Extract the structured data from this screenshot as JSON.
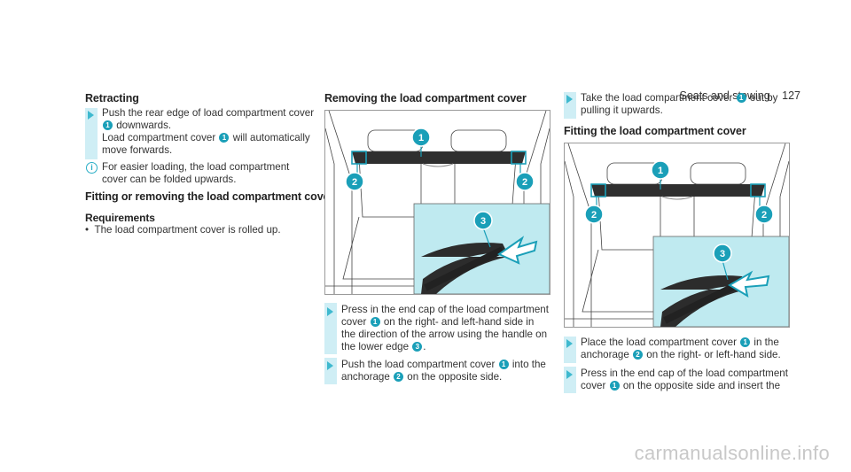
{
  "header": {
    "section": "Seats and stowing",
    "page": "127"
  },
  "col1": {
    "heading": "Retracting",
    "step1_a": "Push the rear edge of load compartment cover",
    "step1_b": "downwards.",
    "step1_c": "Load compartment cover",
    "step1_d": "will automatically",
    "step1_e": "move forwards.",
    "note_a": "For easier loading, the load compartment",
    "note_b": "cover can be folded upwards.",
    "heading2": "Fitting or removing the load compartment cover",
    "req_heading": "Requirements",
    "req_item": "The load compartment cover is rolled up."
  },
  "col2": {
    "heading": "Removing the load compartment cover",
    "step1_a": "Press in the end cap of the load compartment",
    "step1_b": "cover",
    "step1_c": "on the right- and left-hand side in",
    "step1_d": "the direction of the arrow using the handle on",
    "step1_e": "the lower edge",
    "step2_a": "Push the load compartment cover",
    "step2_b": "into the",
    "step2_c": "anchorage",
    "step2_d": "on the opposite side."
  },
  "col3": {
    "step1_a": "Take the load compartment cover",
    "step1_b": "out by",
    "step1_c": "pulling it upwards.",
    "heading": "Fitting the load compartment cover",
    "step2_a": "Place the load compartment cover",
    "step2_b": "in the",
    "step2_c": "anchorage",
    "step2_d": "on the right- or left-hand side.",
    "step3_a": "Press in the end cap of the load compartment",
    "step3_b": "cover",
    "step3_c": "on the opposite side and insert the"
  },
  "callouts": {
    "one": "1",
    "two": "2",
    "three": "3",
    "info": "i"
  },
  "watermark": "carmanualsonline.info",
  "colors": {
    "accent": "#1a9fb8",
    "bar": "#cfeef5",
    "inset": "#bfeaf0"
  }
}
